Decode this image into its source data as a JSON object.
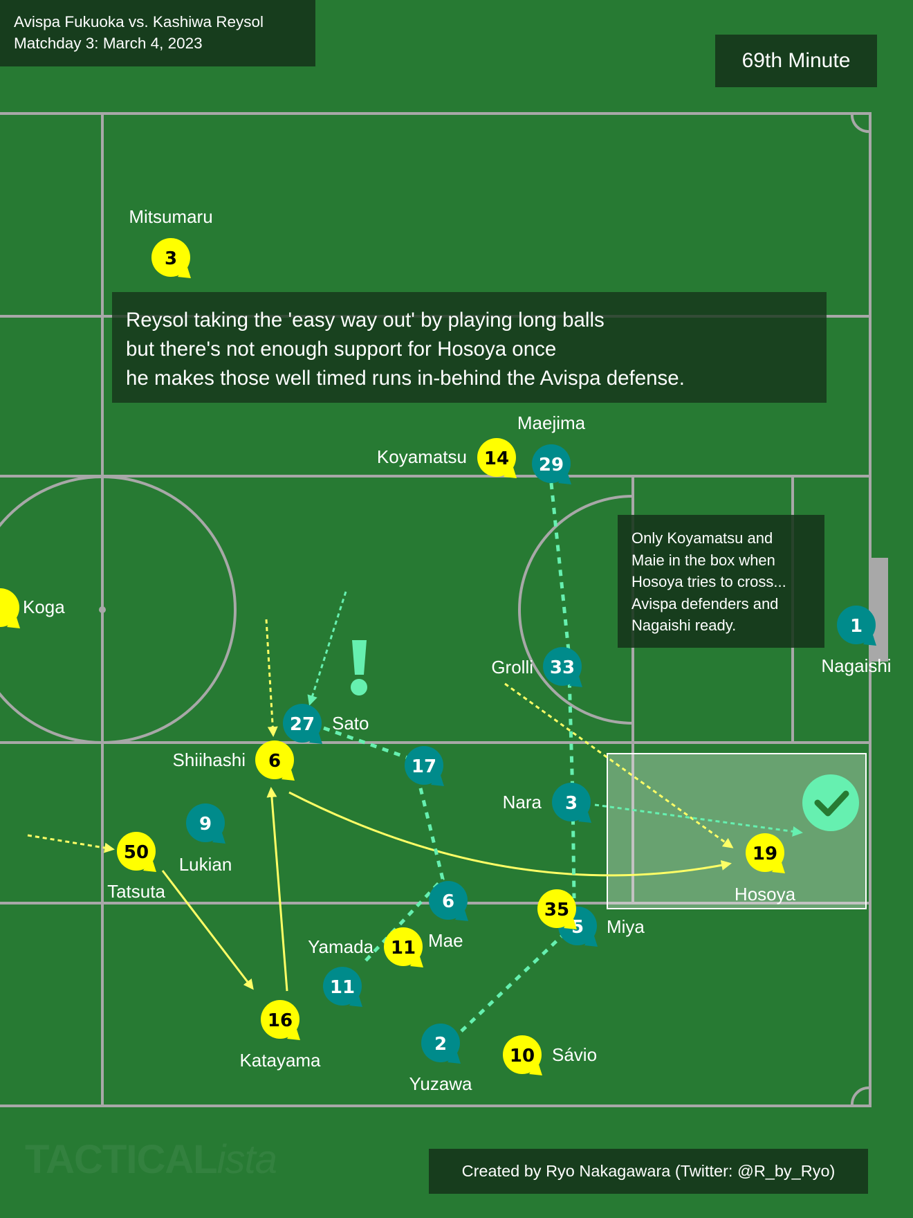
{
  "header": {
    "match_title": "Avispa Fukuoka vs. Kashiwa Reysol",
    "matchday": "Matchday 3: March 4, 2023",
    "minute": "69th Minute"
  },
  "notes": {
    "main": [
      "Reysol taking the 'easy way out' by playing long balls",
      "but there's not enough support for Hosoya once",
      "he makes those well timed runs in-behind the Avispa defense."
    ],
    "side": [
      "Only Koyamatsu and",
      "Maie in the box when",
      "Hosoya tries to cross...",
      "Avispa defenders and",
      "Nagaishi ready."
    ]
  },
  "credit": "Created by Ryo Nakagawara (Twitter: @R_by_Ryo)",
  "watermark": {
    "bold": "TACTICAL",
    "italic": "ista"
  },
  "colors": {
    "pitch": "#277a33",
    "lines": "#a8a8a8",
    "avispa": "#ffff00",
    "reysol": "#008b8b",
    "reysol_arrow": "#66f0b0",
    "avispa_arrow": "#ffff66",
    "box_bg": "#16341a",
    "highlight": "#ffffff"
  },
  "players": [
    {
      "id": "mitsumaru",
      "team": "avispa",
      "number": "3",
      "name": "Mitsumaru"
    },
    {
      "id": "koyamatsu",
      "team": "avispa",
      "number": "14",
      "name": "Koyamatsu"
    },
    {
      "id": "koga",
      "team": "avispa",
      "number": "",
      "name": "Koga"
    },
    {
      "id": "shiihashi",
      "team": "avispa",
      "number": "6",
      "name": "Shiihashi"
    },
    {
      "id": "tatsuta",
      "team": "avispa",
      "number": "50",
      "name": "Tatsuta"
    },
    {
      "id": "katayama",
      "team": "avispa",
      "number": "16",
      "name": "Katayama"
    },
    {
      "id": "mae",
      "team": "avispa",
      "number": "11",
      "name": "Mae"
    },
    {
      "id": "miya",
      "team": "avispa",
      "number": "35",
      "name": "Miya"
    },
    {
      "id": "savio",
      "team": "avispa",
      "number": "10",
      "name": "Sávio"
    },
    {
      "id": "hosoya",
      "team": "avispa",
      "number": "19",
      "name": "Hosoya"
    },
    {
      "id": "maejima",
      "team": "reysol",
      "number": "29",
      "name": "Maejima"
    },
    {
      "id": "nagaishi",
      "team": "reysol",
      "number": "1",
      "name": "Nagaishi"
    },
    {
      "id": "grolli",
      "team": "reysol",
      "number": "33",
      "name": "Grolli"
    },
    {
      "id": "sato",
      "team": "reysol",
      "number": "27",
      "name": "Sato"
    },
    {
      "id": "r17",
      "team": "reysol",
      "number": "17",
      "name": ""
    },
    {
      "id": "nara",
      "team": "reysol",
      "number": "3",
      "name": "Nara"
    },
    {
      "id": "lukian",
      "team": "reysol",
      "number": "9",
      "name": "Lukian"
    },
    {
      "id": "r6",
      "team": "reysol",
      "number": "6",
      "name": ""
    },
    {
      "id": "r5",
      "team": "reysol",
      "number": "5",
      "name": ""
    },
    {
      "id": "yamada",
      "team": "reysol",
      "number": "11",
      "name": "Yamada"
    },
    {
      "id": "yuzawa",
      "team": "reysol",
      "number": "2",
      "name": "Yuzawa"
    }
  ]
}
